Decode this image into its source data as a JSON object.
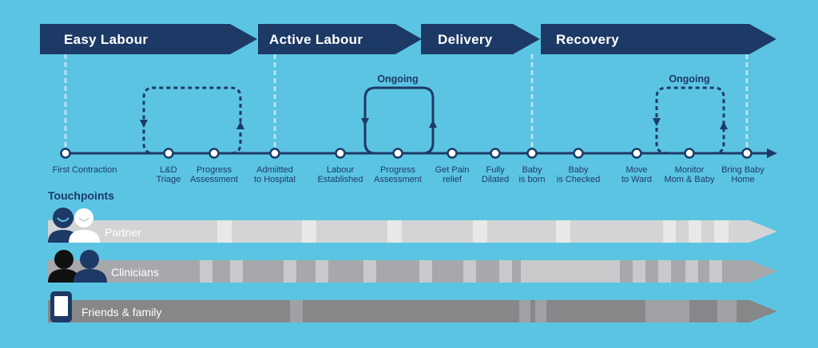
{
  "colors": {
    "background": "#5bc4e3",
    "navy": "#1d3a66",
    "guide": "#b7e3f3",
    "white": "#ffffff"
  },
  "phases": [
    {
      "label": "Easy Labour"
    },
    {
      "label": "Active Labour"
    },
    {
      "label": "Delivery"
    },
    {
      "label": "Recovery"
    }
  ],
  "steps": [
    {
      "lines": [
        "First Contraction"
      ]
    },
    {
      "lines": [
        "L&D",
        "Triage"
      ]
    },
    {
      "lines": [
        "Progress",
        "Assessment"
      ]
    },
    {
      "lines": [
        "Admiitted",
        "to Hospital"
      ]
    },
    {
      "lines": [
        "Labour",
        "Established"
      ]
    },
    {
      "lines": [
        "Progress",
        "Assessment"
      ]
    },
    {
      "lines": [
        "Get Pain",
        "relief"
      ]
    },
    {
      "lines": [
        "Fully",
        "Dilated"
      ]
    },
    {
      "lines": [
        "Baby",
        "is born"
      ]
    },
    {
      "lines": [
        "Baby",
        "is Checked"
      ]
    },
    {
      "lines": [
        "Move",
        "to Ward"
      ]
    },
    {
      "lines": [
        "Monitor",
        "Mom & Baby"
      ]
    },
    {
      "lines": [
        "Bring Baby",
        "Home"
      ]
    }
  ],
  "loops": [
    {
      "style": "dashed",
      "label": ""
    },
    {
      "style": "solid",
      "label": "Ongoing"
    },
    {
      "style": "dashed",
      "label": "Ongoing"
    }
  ],
  "touchpoints": {
    "title": "Touchpoints",
    "lanes": [
      {
        "label": "Partner",
        "icon": "partner-icon"
      },
      {
        "label": "Clinicians",
        "icon": "clinicians-icon"
      },
      {
        "label": "Friends & family",
        "icon": "phone-icon"
      }
    ]
  }
}
